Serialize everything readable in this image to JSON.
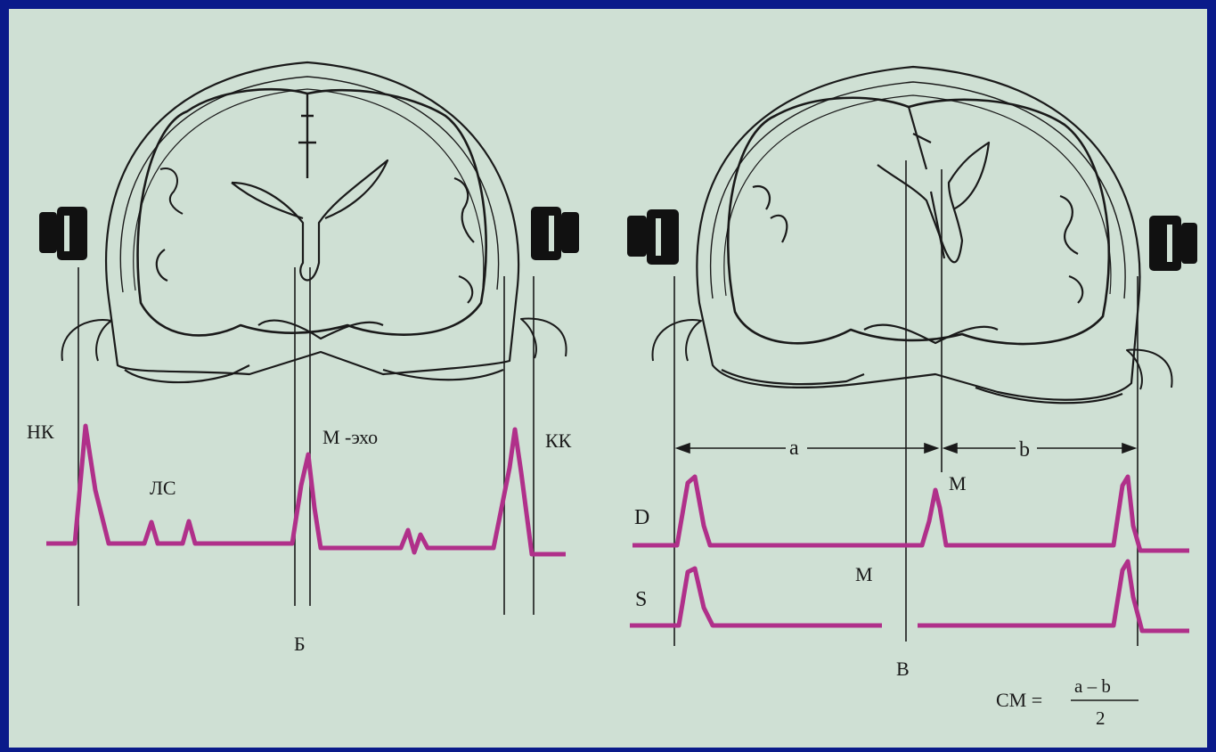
{
  "colors": {
    "frame": "#0a1a8a",
    "paper": "#cfe0d4",
    "ink": "#1a1a1a",
    "trace": "#b0308a"
  },
  "left_panel": {
    "label_hk": "НК",
    "label_ls": "ЛС",
    "label_m_echo": "М -эхо",
    "label_kk": "КК",
    "caption": "Б"
  },
  "right_panel": {
    "label_a": "a",
    "label_b": "b",
    "label_m_top": "M",
    "label_m_mid": "M",
    "label_d": "D",
    "label_s": "S",
    "caption": "В"
  },
  "formula": {
    "lhs": "СМ =",
    "numerator": "a – b",
    "denominator": "2"
  }
}
